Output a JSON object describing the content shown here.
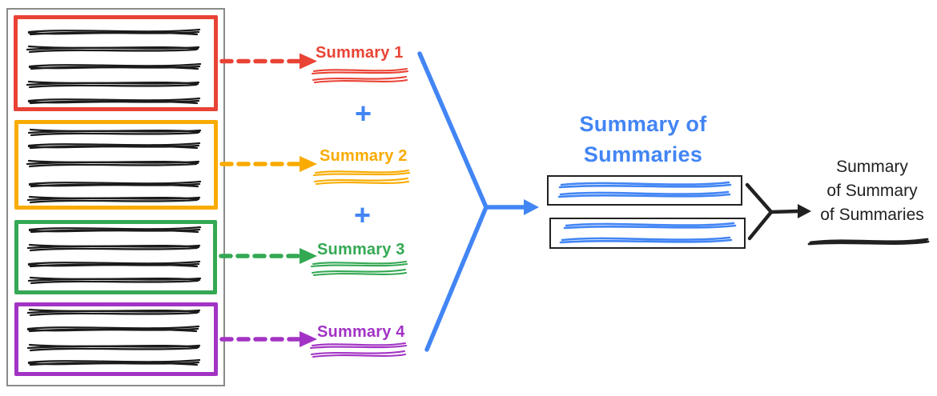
{
  "colors": {
    "red": "#E94335",
    "yellow": "#F9AB00",
    "green": "#34A853",
    "purple": "#A233C4",
    "blue": "#4285F4",
    "black": "#212121",
    "gray": "#8a8a8a"
  },
  "source_document": {
    "chunks": [
      {
        "name": "chunk-1",
        "color": "#E94335",
        "scribble_lines": 5
      },
      {
        "name": "chunk-2",
        "color": "#F9AB00",
        "scribble_lines": 5
      },
      {
        "name": "chunk-3",
        "color": "#34A853",
        "scribble_lines": 4
      },
      {
        "name": "chunk-4",
        "color": "#A233C4",
        "scribble_lines": 4
      }
    ]
  },
  "chunk_summaries": [
    {
      "label": "Summary 1",
      "color": "#E94335"
    },
    {
      "label": "Summary 2",
      "color": "#F9AB00"
    },
    {
      "label": "Summary 3",
      "color": "#34A853"
    },
    {
      "label": "Summary 4",
      "color": "#A233C4"
    }
  ],
  "plus_sign": "+",
  "summary_of_summaries": {
    "title_lines": [
      "Summary of",
      "Summaries"
    ],
    "color": "#4285F4"
  },
  "final_summary": {
    "label_lines": [
      "Summary",
      "of Summary",
      "of Summaries"
    ],
    "color": "#212121"
  }
}
